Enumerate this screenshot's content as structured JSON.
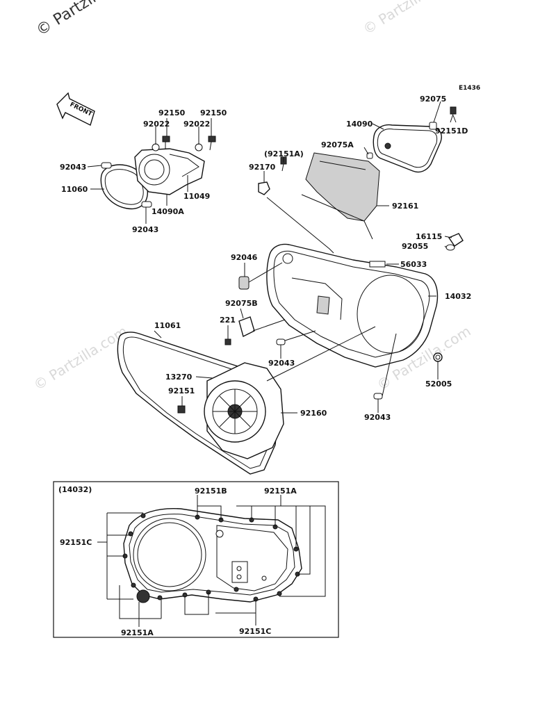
{
  "watermark": {
    "main": "© Partzilla.com",
    "faint": "© Partzilla.com"
  },
  "diagram_code": "E1436",
  "front_label": "FRONT",
  "inset_title": "(14032)",
  "parts": {
    "p92075": "92075",
    "p14090": "14090",
    "p92151D": "92151D",
    "p92075A": "92075A",
    "p92151A_paren": "(92151A)",
    "p92170": "92170",
    "p92161": "92161",
    "p92150_a": "92150",
    "p92150_b": "92150",
    "p92022_a": "92022",
    "p92022_b": "92022",
    "p92043_a": "92043",
    "p11060": "11060",
    "p11049": "11049",
    "p14090A": "14090A",
    "p92043_b": "92043",
    "p16115": "16115",
    "p92055": "92055",
    "p92046": "92046",
    "p56033": "56033",
    "p14032": "14032",
    "p92075B": "92075B",
    "p221": "221",
    "p11061": "11061",
    "p92043_c": "92043",
    "p13270": "13270",
    "p92151": "92151",
    "p92160": "92160",
    "p52005": "52005",
    "p92043_d": "92043",
    "inset_92151B": "92151B",
    "inset_92151A_top": "92151A",
    "inset_92151C_left": "92151C",
    "inset_92151A_bottom": "92151A",
    "inset_92151C_bottom": "92151C"
  }
}
